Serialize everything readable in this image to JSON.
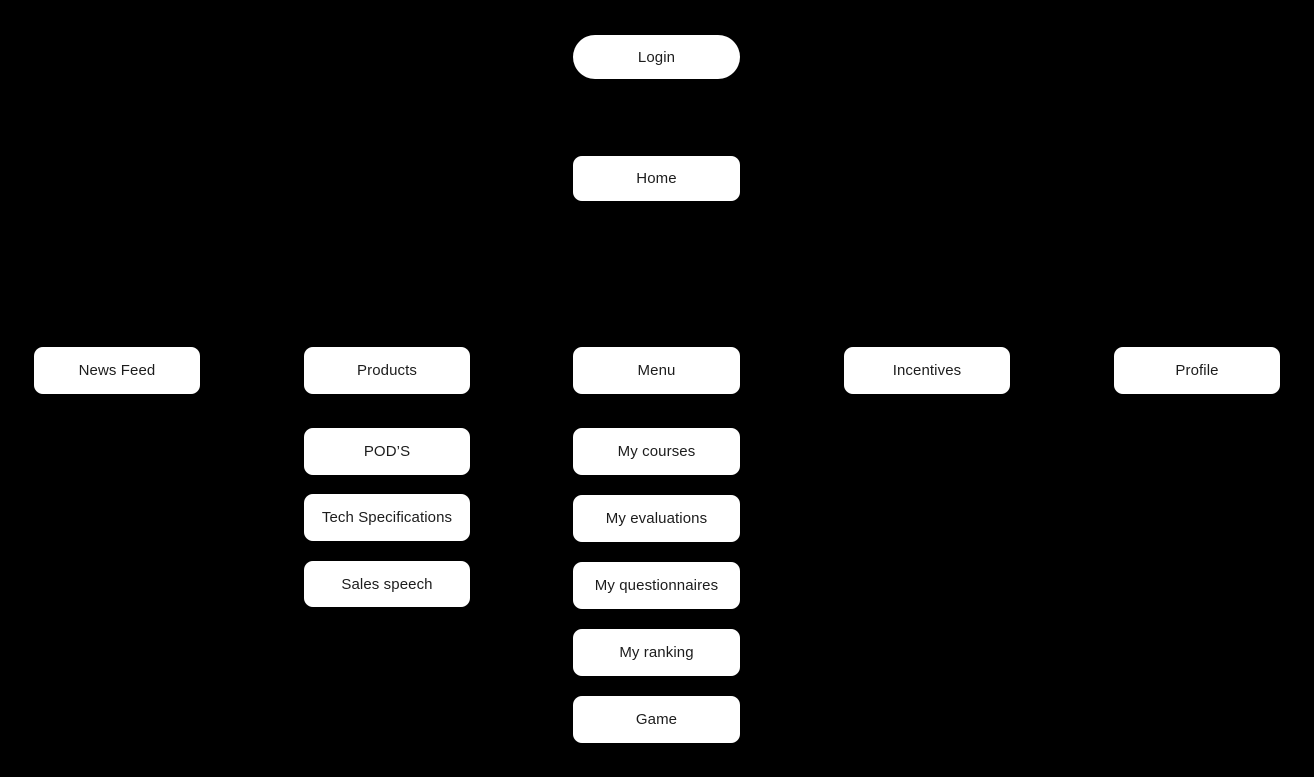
{
  "colors": {
    "background": "#000000",
    "node_fill": "#ffffff",
    "node_text": "#1c1c1c"
  },
  "sitemap": {
    "login": {
      "label": "Login"
    },
    "home": {
      "label": "Home"
    },
    "sections": [
      {
        "label": "News Feed",
        "children": []
      },
      {
        "label": "Products",
        "children": [
          {
            "label": "POD’S"
          },
          {
            "label": "Tech Specifications"
          },
          {
            "label": "Sales speech"
          }
        ]
      },
      {
        "label": "Menu",
        "children": [
          {
            "label": "My courses"
          },
          {
            "label": "My evaluations"
          },
          {
            "label": "My questionnaires"
          },
          {
            "label": "My ranking"
          },
          {
            "label": "Game"
          }
        ]
      },
      {
        "label": "Incentives",
        "children": []
      },
      {
        "label": "Profile",
        "children": []
      }
    ]
  }
}
